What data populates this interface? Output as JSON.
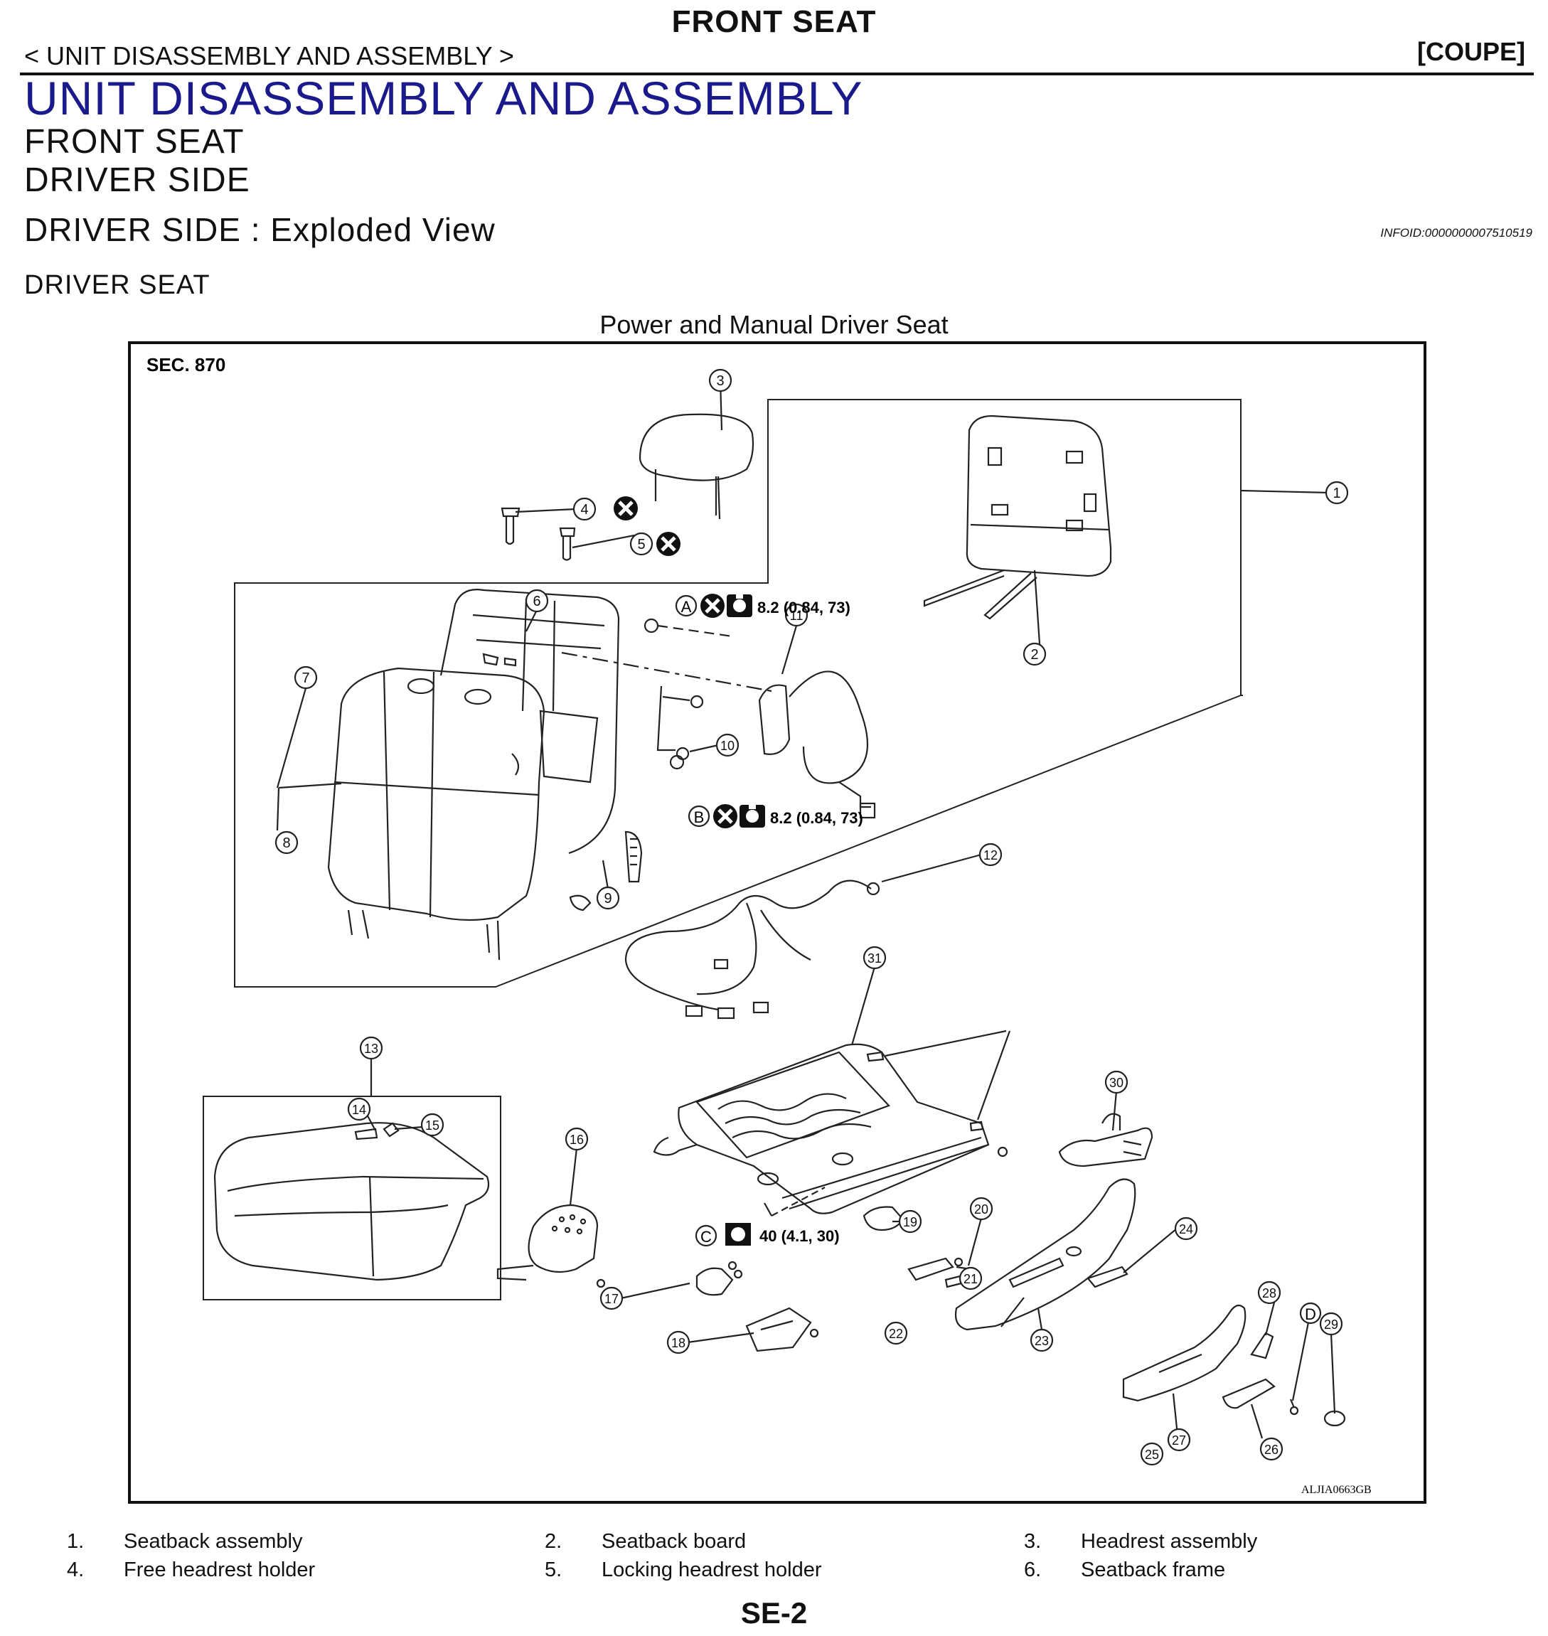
{
  "header": {
    "title": "FRONT SEAT",
    "breadcrumb": "< UNIT DISASSEMBLY AND ASSEMBLY >",
    "model": "[COUPE]"
  },
  "section_title": "UNIT DISASSEMBLY AND ASSEMBLY",
  "subtitle_1": "FRONT SEAT",
  "subtitle_2": "DRIVER SIDE",
  "subtitle_3": "DRIVER SIDE : Exploded View",
  "info_id": "INFOID:0000000007510519",
  "subtitle_4": "DRIVER SEAT",
  "figure": {
    "title": "Power and Manual Driver Seat",
    "sec_label": "SEC. 870",
    "figure_id": "ALJIA0663GB",
    "torque_a": "8.2 (0.84, 73)",
    "torque_b": "8.2 (0.84, 73)",
    "torque_c": "40 (4.1, 30)",
    "letter_a": "A",
    "letter_b": "B",
    "letter_c": "C",
    "letter_d": "D",
    "callouts": [
      "1",
      "2",
      "3",
      "4",
      "5",
      "6",
      "7",
      "8",
      "9",
      "10",
      "11",
      "12",
      "13",
      "14",
      "15",
      "16",
      "17",
      "18",
      "19",
      "20",
      "21",
      "22",
      "23",
      "24",
      "25",
      "26",
      "27",
      "28",
      "29",
      "30",
      "31"
    ]
  },
  "legend": [
    {
      "num": "1.",
      "text": "Seatback assembly"
    },
    {
      "num": "2.",
      "text": "Seatback board"
    },
    {
      "num": "3.",
      "text": "Headrest assembly"
    },
    {
      "num": "4.",
      "text": "Free headrest holder"
    },
    {
      "num": "5.",
      "text": "Locking headrest holder"
    },
    {
      "num": "6.",
      "text": "Seatback frame"
    }
  ],
  "footer": {
    "page": "SE-2"
  }
}
